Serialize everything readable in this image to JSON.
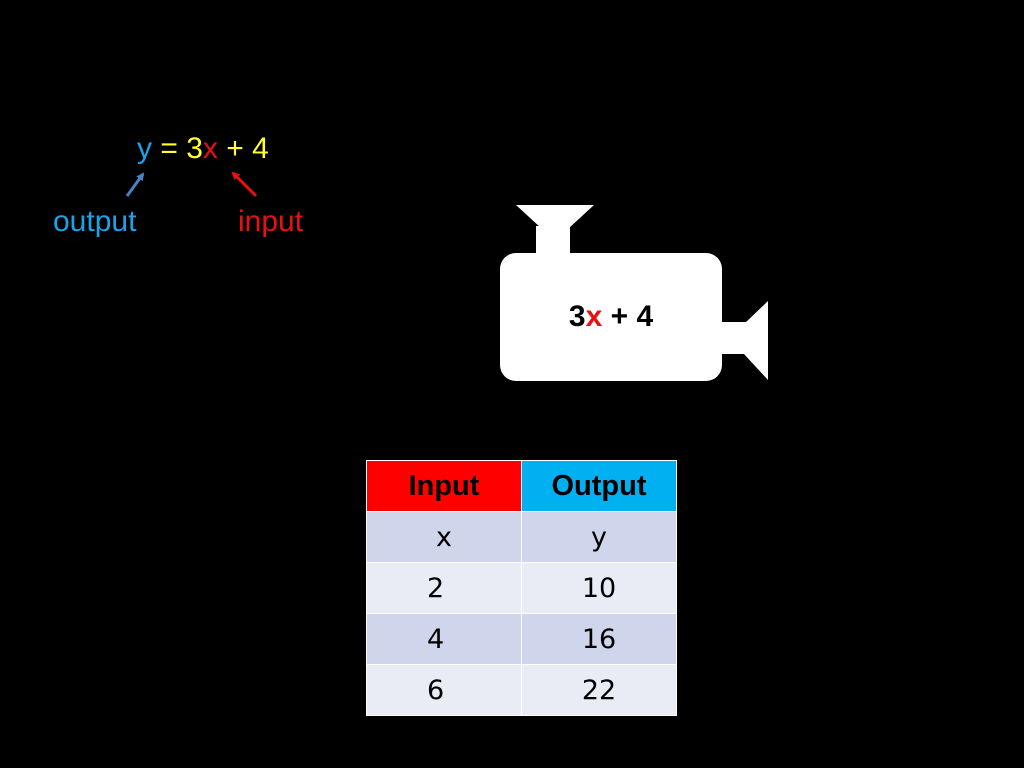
{
  "equation": {
    "output_var": "y",
    "equals_and_coef": " = 3",
    "input_var": "x",
    "rest": " + 4"
  },
  "labels": {
    "output": "output",
    "input": "input"
  },
  "machine": {
    "coef": "3",
    "var": "x",
    "rest": " + 4"
  },
  "table": {
    "headers": [
      "Input",
      "Output"
    ],
    "rows": [
      [
        "x",
        "y"
      ],
      [
        "2",
        "10"
      ],
      [
        "4",
        "16"
      ],
      [
        "6",
        "22"
      ]
    ]
  },
  "colors": {
    "output": "#1aa3e8",
    "input": "#e81010",
    "equation": "#ffff33",
    "arrow_output": "#4f7fc4",
    "machine_body": "#ffffff",
    "header_input": "#ff0000",
    "header_output": "#00b0f0",
    "row_dark": "#cfd5ea",
    "row_light": "#e9ebf5"
  }
}
